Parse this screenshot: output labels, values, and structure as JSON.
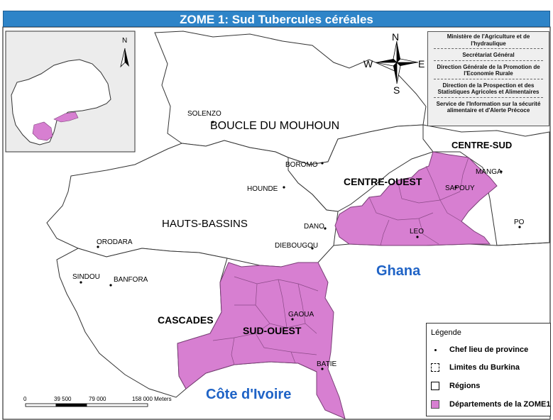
{
  "title": "ZOME 1: Sud Tubercules céréales",
  "colors": {
    "title_bg": "#2e84c8",
    "zone_fill": "#d77fd1",
    "region_fill": "#ffffff",
    "water_label": "#1f63c6"
  },
  "compass": {
    "n": "N",
    "s": "S",
    "e": "E",
    "w": "W"
  },
  "inset_compass": {
    "n": "N"
  },
  "info": {
    "l1": "Ministère de l'Agriculture et de l'hydraulique",
    "l2": "Secrétariat Général",
    "l3": "Direction Générale de la Promotion de l'Economie Rurale",
    "l4": "Direction de la Prospection et des Statistiques Agricoles et Alimentaires",
    "l5": "Service de l'Information sur la sécurité alimentaire et d'Alerte Précoce"
  },
  "regions": {
    "boucle": "BOUCLE DU MOUHOUN",
    "centre_sud": "CENTRE-SUD",
    "centre_ouest": "CENTRE-OUEST",
    "hauts_bassins": "HAUTS-BASSINS",
    "cascades": "CASCADES",
    "sud_ouest": "SUD-OUEST"
  },
  "towns": {
    "solenzo": "SOLENZO",
    "boromo": "BOROMO",
    "hounde": "HOUNDE",
    "manga": "MANGA",
    "sapouy": "SAPOUY",
    "dano": "DANO",
    "leo": "LEO",
    "po": "PO",
    "orodara": "ORODARA",
    "diebougou": "DIEBOUGOU",
    "sindou": "SINDOU",
    "banfora": "BANFORA",
    "gaoua": "GAOUA",
    "batie": "BATIE"
  },
  "countries": {
    "ghana": "Ghana",
    "cote": "Côte d'Ivoire"
  },
  "scale": {
    "t0": "0",
    "t1": "39 500",
    "t2": "79 000",
    "t3": "158 000 Meters"
  },
  "legend": {
    "title": "Légende",
    "chef": "Chef lieu de province",
    "limites": "Limites du Burkina",
    "regions": "Régions",
    "departements": "Départements de la ZOME1"
  }
}
